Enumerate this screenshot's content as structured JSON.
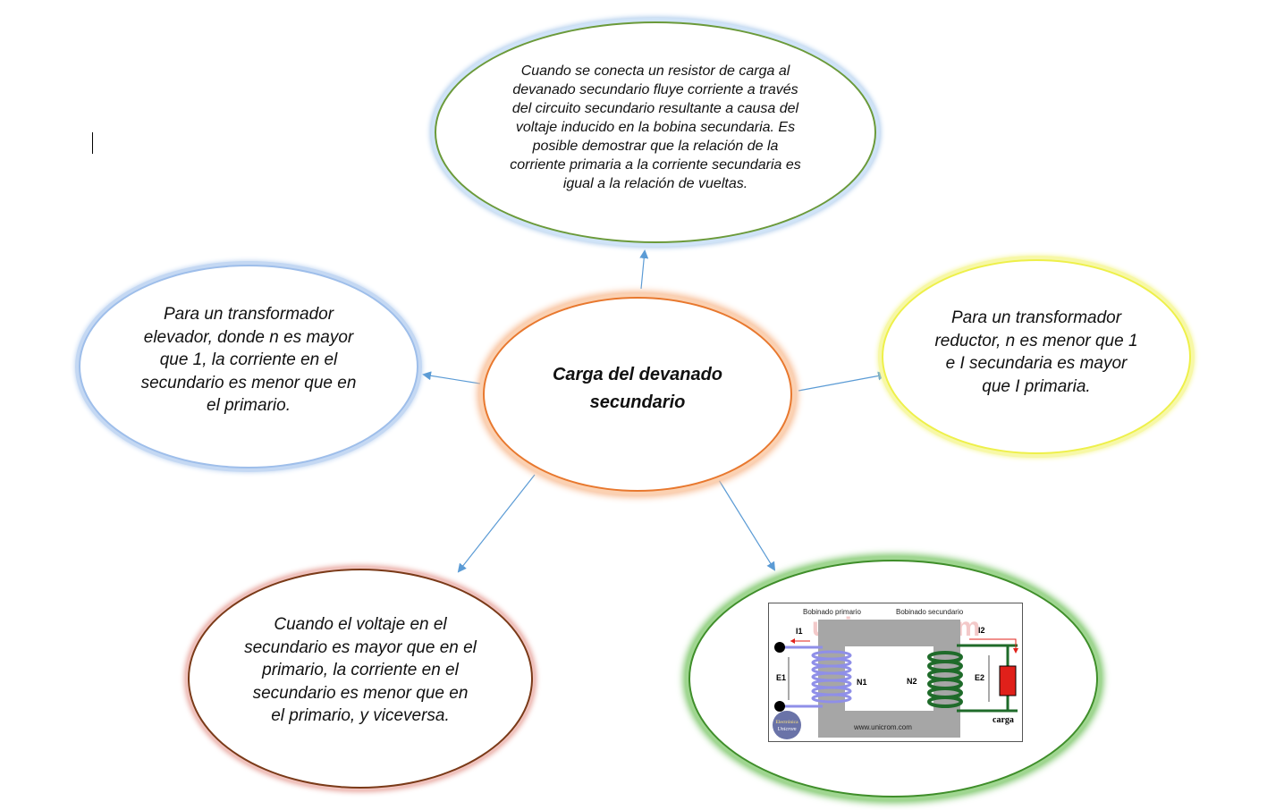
{
  "central": {
    "title": "Carga del devanado secundario"
  },
  "top": {
    "text": "Cuando se conecta un resistor de carga al devanado secundario fluye corriente a través del circuito secundario resultante a causa del voltaje inducido en la bobina secundaria. Es posible demostrar que la relación de la corriente primaria a la corriente secundaria es igual a la relación de vueltas."
  },
  "left": {
    "text": "Para un transformador elevador, donde n es mayor que 1, la corriente en el secundario es menor que en el primario."
  },
  "right": {
    "text": "Para un transformador reductor, n es menor que 1 e I secundaria es mayor que I primaria."
  },
  "bottom_left": {
    "text": "Cuando el voltaje en el secundario es mayor que en el primario, la corriente en el secundario es menor que en el primario, y viceversa."
  },
  "transformer_image": {
    "label_primary": "Bobinado primario",
    "label_secondary": "Bobinado secundario",
    "watermark": "unicrom.com",
    "i1": "I1",
    "i2": "I2",
    "e1": "E1",
    "e2": "E2",
    "n1": "N1",
    "n2": "N2",
    "load": "carga",
    "url": "www.unicrom.com",
    "logo_line1": "Electrónica",
    "logo_line2": "Unicrom"
  },
  "colors": {
    "arrow": "#5b9bd5",
    "center_border": "#e8782e",
    "primary_coil": "#8f8fe8",
    "secondary_coil": "#1f6b2a",
    "load": "#e0201a",
    "core": "#a6a6a6"
  }
}
